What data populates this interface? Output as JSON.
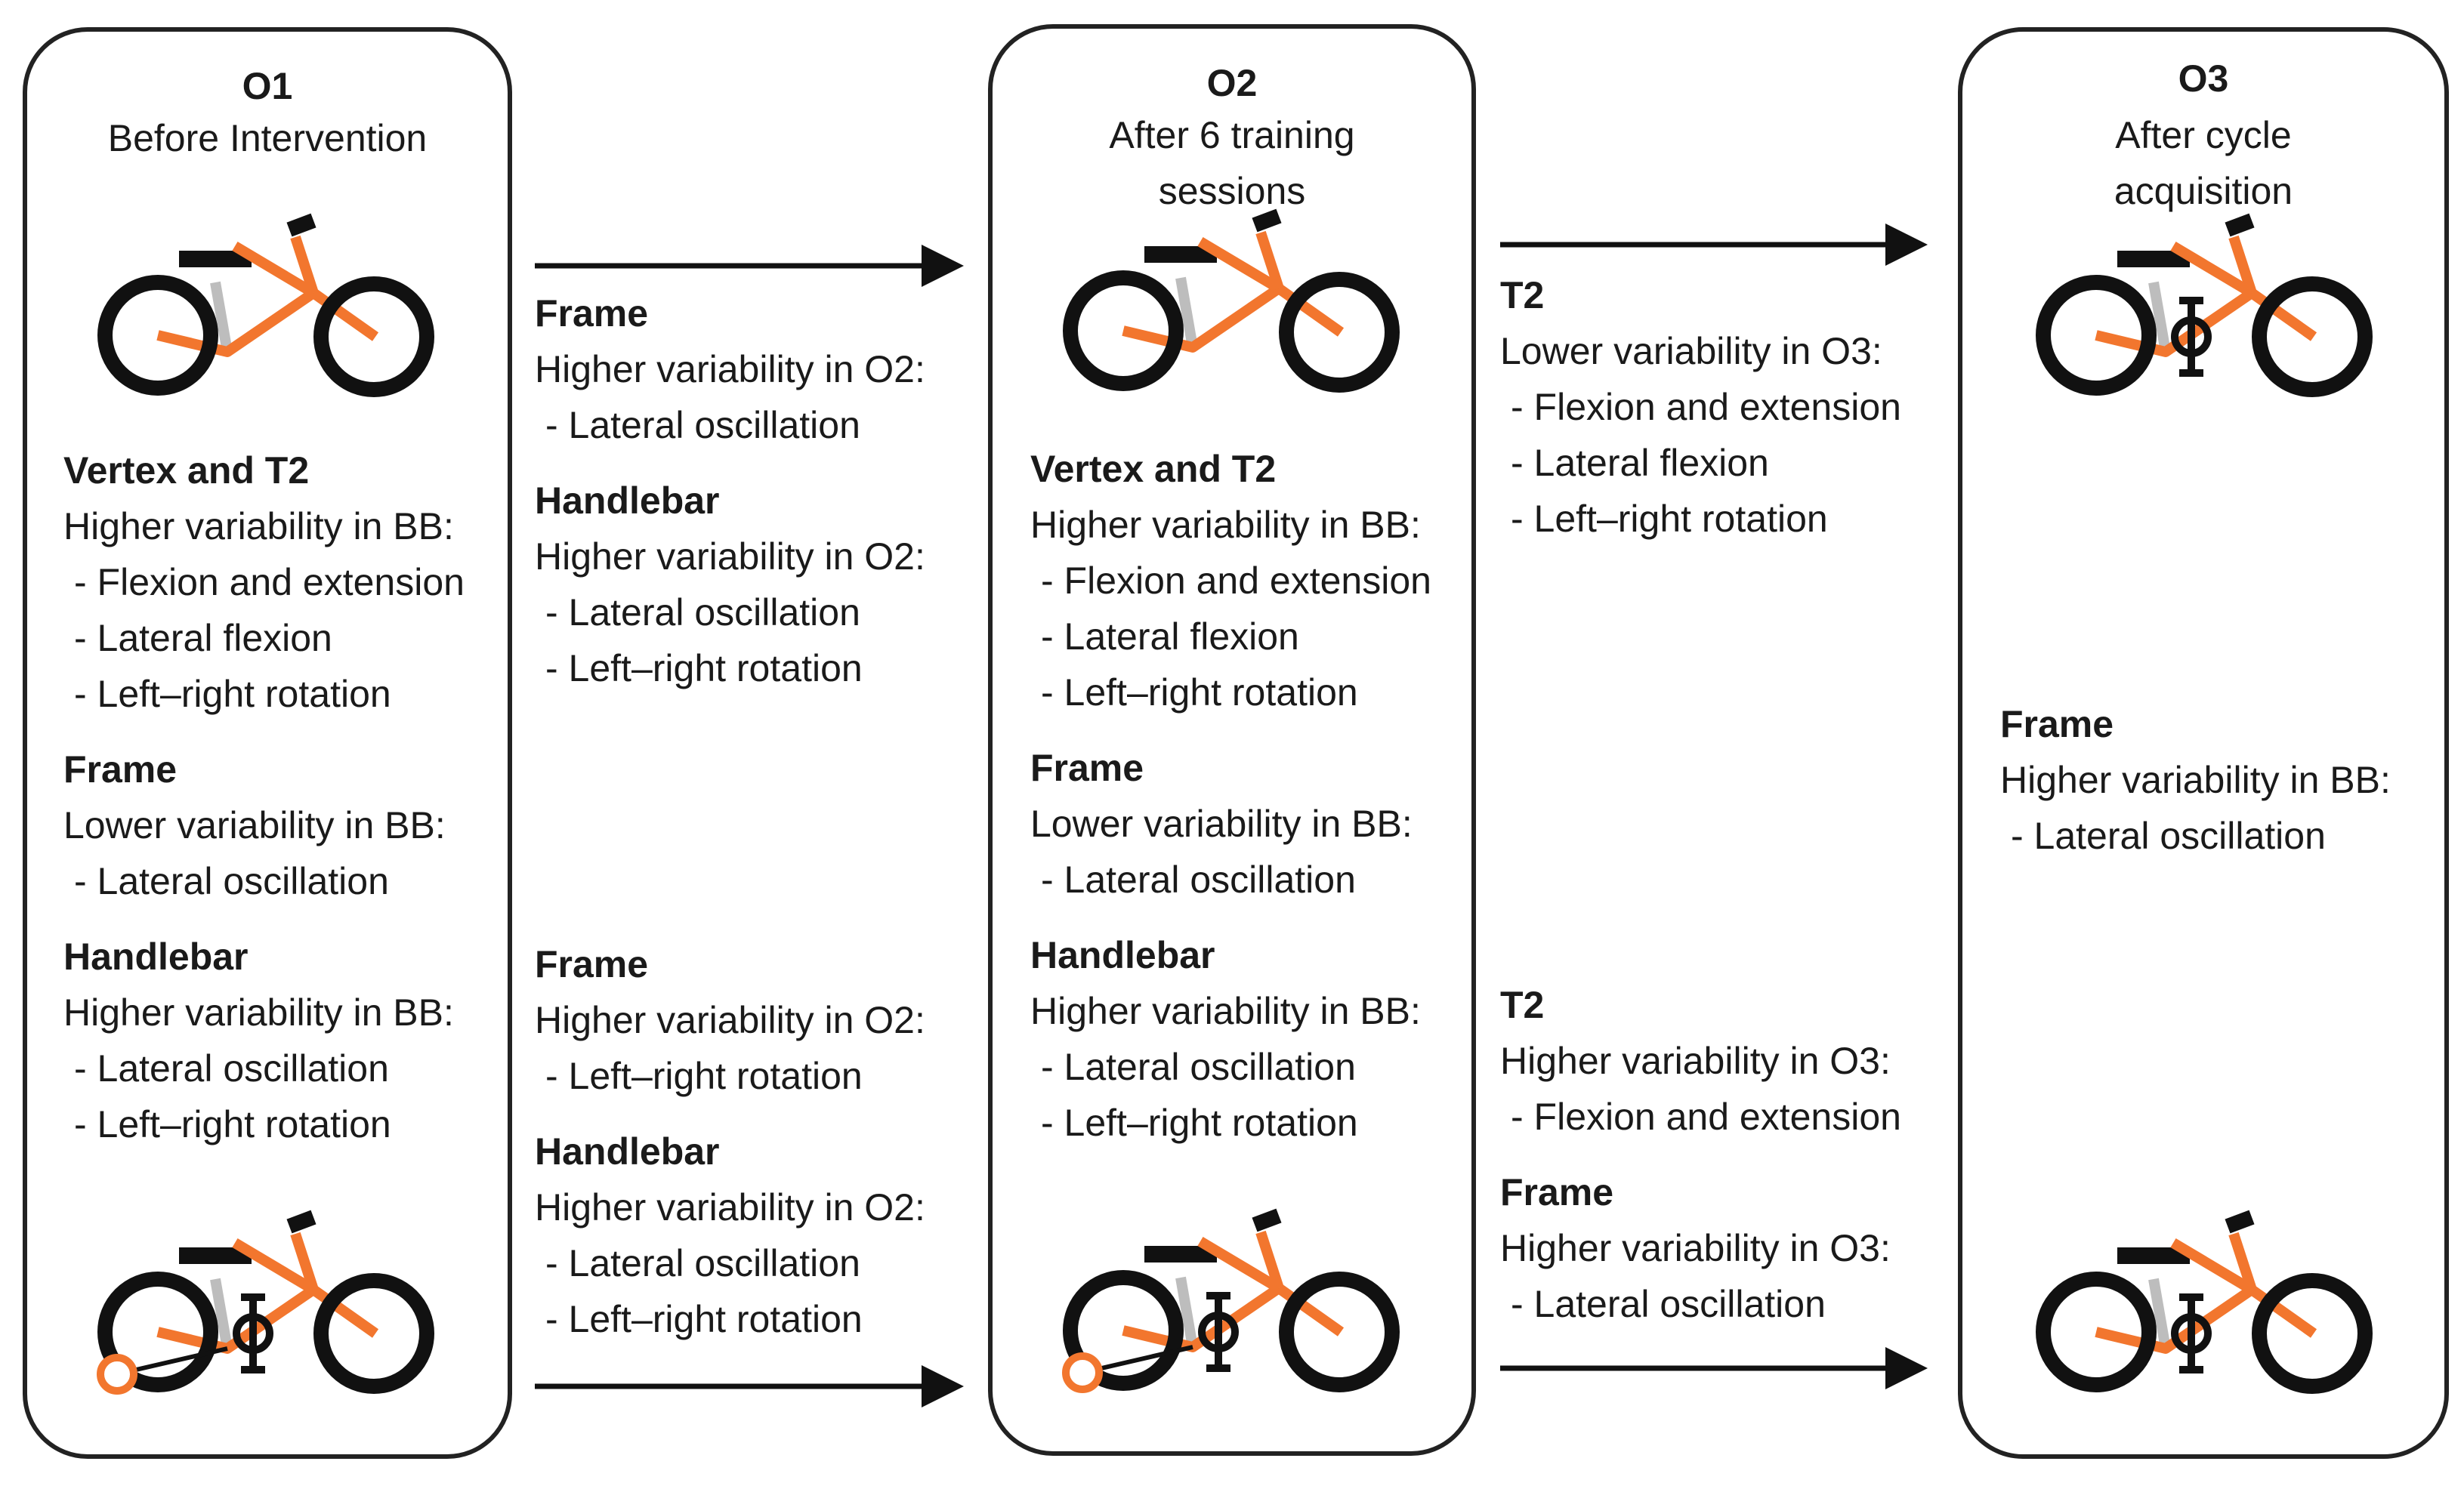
{
  "stages": [
    {
      "id": "O1",
      "title": "O1",
      "subtitle": [
        "Before Intervention"
      ]
    },
    {
      "id": "O2",
      "title": "O2",
      "subtitle": [
        "After 6 training",
        "sessions"
      ]
    },
    {
      "id": "O3",
      "title": "O3",
      "subtitle": [
        "After cycle",
        "acquisition"
      ]
    }
  ],
  "o1_comparison": [
    {
      "heading": "Vertex and T2",
      "statement": "Higher variability in BB:",
      "items": [
        "- Flexion and extension",
        "- Lateral flexion",
        "- Left–right rotation"
      ]
    },
    {
      "heading": "Frame",
      "statement": "Lower variability in BB:",
      "items": [
        "- Lateral oscillation"
      ]
    },
    {
      "heading": "Handlebar",
      "statement": "Higher variability in BB:",
      "items": [
        "- Lateral oscillation",
        "- Left–right rotation"
      ]
    }
  ],
  "o2_comparison": [
    {
      "heading": "Vertex and T2",
      "statement": "Higher variability in BB:",
      "items": [
        "- Flexion and extension",
        "- Lateral flexion",
        "- Left–right rotation"
      ]
    },
    {
      "heading": "Frame",
      "statement": "Lower variability in BB:",
      "items": [
        "- Lateral oscillation"
      ]
    },
    {
      "heading": "Handlebar",
      "statement": "Higher variability in BB:",
      "items": [
        "- Lateral oscillation",
        "- Left–right rotation"
      ]
    }
  ],
  "o3_comparison": [
    {
      "heading": "Frame",
      "statement": "Higher variability in BB:",
      "items": [
        "- Lateral oscillation"
      ]
    }
  ],
  "o1_o2_balance_bike": [
    {
      "heading": "Frame",
      "statement": "Higher variability in O2:",
      "items": [
        "- Lateral oscillation"
      ]
    },
    {
      "heading": "Handlebar",
      "statement": "Higher variability in O2:",
      "items": [
        "- Lateral oscillation",
        "- Left–right rotation"
      ]
    }
  ],
  "o1_o2_training_bike": [
    {
      "heading": "Frame",
      "statement": "Higher variability in O2:",
      "items": [
        "- Left–right rotation"
      ]
    },
    {
      "heading": "Handlebar",
      "statement": "Higher variability in O2:",
      "items": [
        "- Lateral oscillation",
        "- Left–right rotation"
      ]
    }
  ],
  "o2_o3_balance_bike": [
    {
      "heading": "T2",
      "statement": "Lower variability in O3:",
      "items": [
        "- Flexion and extension",
        "- Lateral flexion",
        "- Left–right rotation"
      ]
    }
  ],
  "o2_o3_training_bike": [
    {
      "heading": "T2",
      "statement": "Higher variability in O3:",
      "items": [
        "- Flexion and extension"
      ]
    },
    {
      "heading": "Frame",
      "statement": "Higher variability in O3:",
      "items": [
        "- Lateral oscillation"
      ]
    }
  ],
  "colors": {
    "bike": "#f2762e",
    "outline": "#111111",
    "stem": "#bdbdbd"
  },
  "icons": [
    "balance-bike-icon",
    "training-bike-icon"
  ]
}
